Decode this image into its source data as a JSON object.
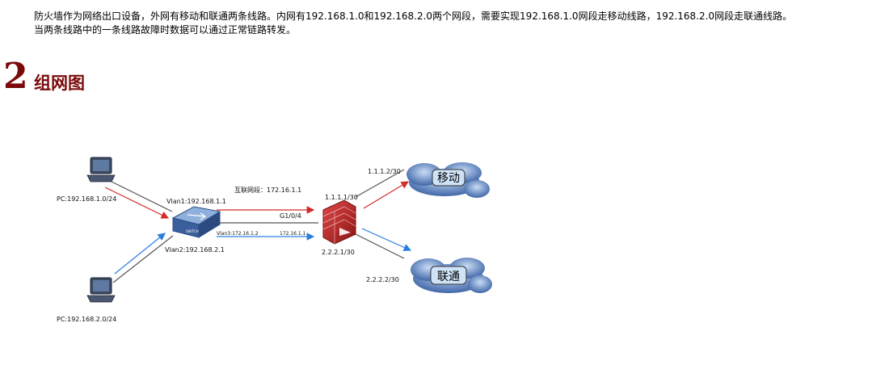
{
  "intro": {
    "line1": "防火墙作为网络出口设备，外网有移动和联通两条线路。内网有192.168.1.0和192.168.2.0两个网段，需要实现192.168.1.0网段走移动线路，192.168.2.0网段走联通线路。",
    "line2": "当两条线路中的一条线路故障时数据可以通过正常链路转发。"
  },
  "section": {
    "number": "2",
    "title": "组网图"
  },
  "diagram": {
    "pc1_label": "PC:192.168.1.0/24",
    "pc2_label": "PC:192.168.2.0/24",
    "vlan1_label": "Vlan1:192.168.1.1",
    "vlan2_label": "Vlan2:192.168.2.1",
    "vlan3_label": "Vlan3:172.16.1.2",
    "interconnect_label": "互联网段：172.16.1.1",
    "g104_label": "G1/0/4",
    "fw_inner_ip": "172.16.1.1",
    "fw_ip_mobile": "1.1.1.1/30",
    "fw_ip_unicom": "2.2.2.1/30",
    "mobile_gw": "1.1.1.2/30",
    "unicom_gw": "2.2.2.2/30",
    "cloud_mobile": "移动",
    "cloud_unicom": "联通",
    "switch_text": "SWITCH",
    "colors": {
      "red_arrow": "#d42a2a",
      "blue_arrow": "#2a7de0",
      "link": "#555555",
      "cloud": "#4a6fa8"
    }
  }
}
